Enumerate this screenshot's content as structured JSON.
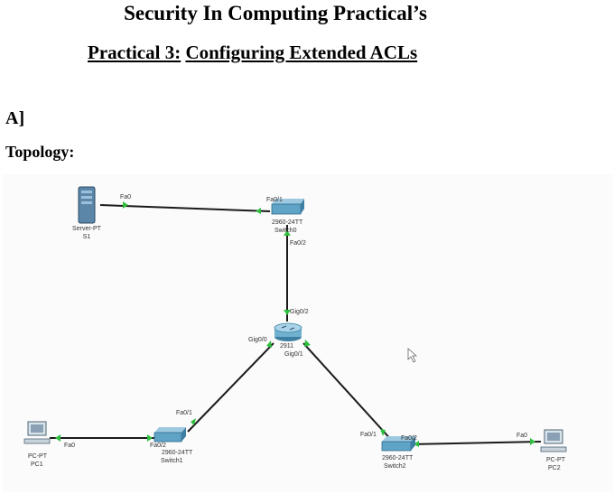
{
  "document": {
    "title": "Security In Computing Practical’s",
    "practical_number": "Practical 3:",
    "practical_name": "Configuring Extended ACLs",
    "section": "A]",
    "topology_heading": "Topology:"
  },
  "topology": {
    "devices": {
      "server": {
        "type": "Server-PT",
        "name": "S1"
      },
      "switch0": {
        "model": "2960-24TT",
        "name": "Switch0"
      },
      "router": {
        "model": "2911"
      },
      "switch1": {
        "model": "2960-24TT",
        "name": "Switch1"
      },
      "switch2": {
        "model": "2960-24TT",
        "name": "Switch2"
      },
      "pc1": {
        "type": "PC-PT",
        "name": "PC1"
      },
      "pc2": {
        "type": "PC-PT",
        "name": "PC2"
      }
    },
    "ports": {
      "server_fa0": "Fa0",
      "sw0_fa01": "Fa0/1",
      "sw0_fa02": "Fa0/2",
      "r_gig02": "Gig0/2",
      "r_gig00": "Gig0/0",
      "r_gig01": "Gig0/1",
      "sw1_fa01": "Fa0/1",
      "sw1_fa02": "Fa0/2",
      "pc1_fa0": "Fa0",
      "sw2_fa01": "Fa0/1",
      "sw2_fa02": "Fa0/2",
      "pc2_fa0": "Fa0"
    },
    "colors": {
      "link": "#1a1a1a",
      "link_up": "#2fbf3f",
      "switch": "#5fa3c6",
      "router": "#6fb1cf",
      "server": "#5b86a8",
      "pc": "#8aa1b5"
    }
  }
}
